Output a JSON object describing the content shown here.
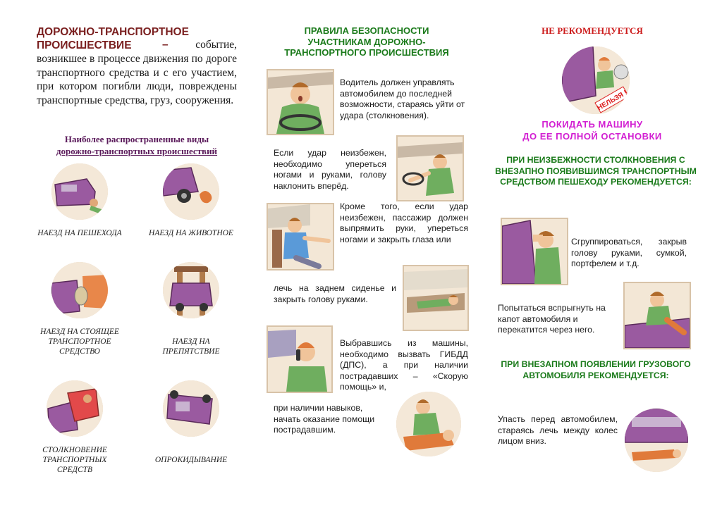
{
  "definition": {
    "title": "ДОРОЖНО-ТРАНСПОРТНОЕ ПРОИСШЕСТВИЕ",
    "dash": "–",
    "first_words": "событие,",
    "body": "возникшее в процессе движения по дороге транспортного средства и с его участием, при котором погибли люди, повреждены транспортные средства, груз, сооружения."
  },
  "types": {
    "title_line1": "Наиболее распространенные виды",
    "title_line2": "дорожно-транспортных происшествий",
    "items": [
      {
        "label": "НАЕЗД НА ПЕШЕХОДА",
        "icon": "pedestrian-hit-icon"
      },
      {
        "label": "НАЕЗД НА ЖИВОТНОЕ",
        "icon": "animal-hit-icon"
      },
      {
        "label": "НАЕЗД НА СТОЯЩЕЕ ТРАНСПОРТНОЕ СРЕДСТВО",
        "icon": "parked-car-hit-icon"
      },
      {
        "label": "НАЕЗД НА ПРЕПЯТСТВИЕ",
        "icon": "obstacle-hit-icon"
      },
      {
        "label": "СТОЛКНОВЕНИЕ ТРАНСПОРТНЫХ СРЕДСТВ",
        "icon": "collision-icon"
      },
      {
        "label": "ОПРОКИДЫВАНИЕ",
        "icon": "rollover-icon"
      }
    ]
  },
  "rules": {
    "title": "ПРАВИЛА БЕЗОПАСНОСТИ УЧАСТНИКАМ ДОРОЖНО-ТРАНСПОРТНОГО ПРОИСШЕСТВИЯ",
    "items": [
      "Водитель должен управлять автомобилем до последней возможности, стараясь уйти от удара (столкновения).",
      "Если удар неизбежен, необходимо упереться ногами и руками, голову наклонить вперёд.",
      "Кроме того, если удар неизбежен, пассажир должен выпрямить руки, упереться ногами и закрыть глаза или",
      "лечь на заднем сиденье и закрыть голову руками.",
      "Выбравшись из машины, необходимо вызвать ГИБДД (ДПС), а при наличии пострадавших – «Скорую помощь» и,",
      "при наличии навыков, начать оказание помощи пострадавшим."
    ]
  },
  "not_recommended": {
    "title": "НЕ РЕКОМЕНДУЕТСЯ",
    "sign_text": "НЕЛЬЗЯ !",
    "pink_line1": "ПОКИДАТЬ МАШИНУ",
    "pink_line2": "ДО ЕЕ ПОЛНОЙ ОСТАНОВКИ",
    "ped_title": "ПРИ НЕИЗБЕЖНОСТИ СТОЛКНОВЕНИЯ С ВНЕЗАПНО ПОЯВИВШИМСЯ ТРАНСПОРТНЫМ СРЕДСТВОМ ПЕШЕХОДУ РЕКОМЕНДУЕТСЯ:",
    "ped_items": [
      "Сгруппироваться, закрыв голову руками, сумкой, портфелем и т.д.",
      "Попытаться вспрыгнуть на капот автомобиля и перекатится через него."
    ],
    "truck_title": "ПРИ ВНЕЗАПНОМ ПОЯВЛЕНИИ ГРУЗОВОГО АВТОМОБИЛЯ РЕКОМЕНДУЕТСЯ:",
    "truck_text": "Упасть перед автомобилем, стараясь лечь между колес лицом вниз."
  },
  "colors": {
    "maroon": "#7a1f1f",
    "purple": "#5a1a5a",
    "green": "#1a7a1a",
    "red": "#cc1a1a",
    "pink": "#d21ed2",
    "car": "#9a5aa0"
  }
}
